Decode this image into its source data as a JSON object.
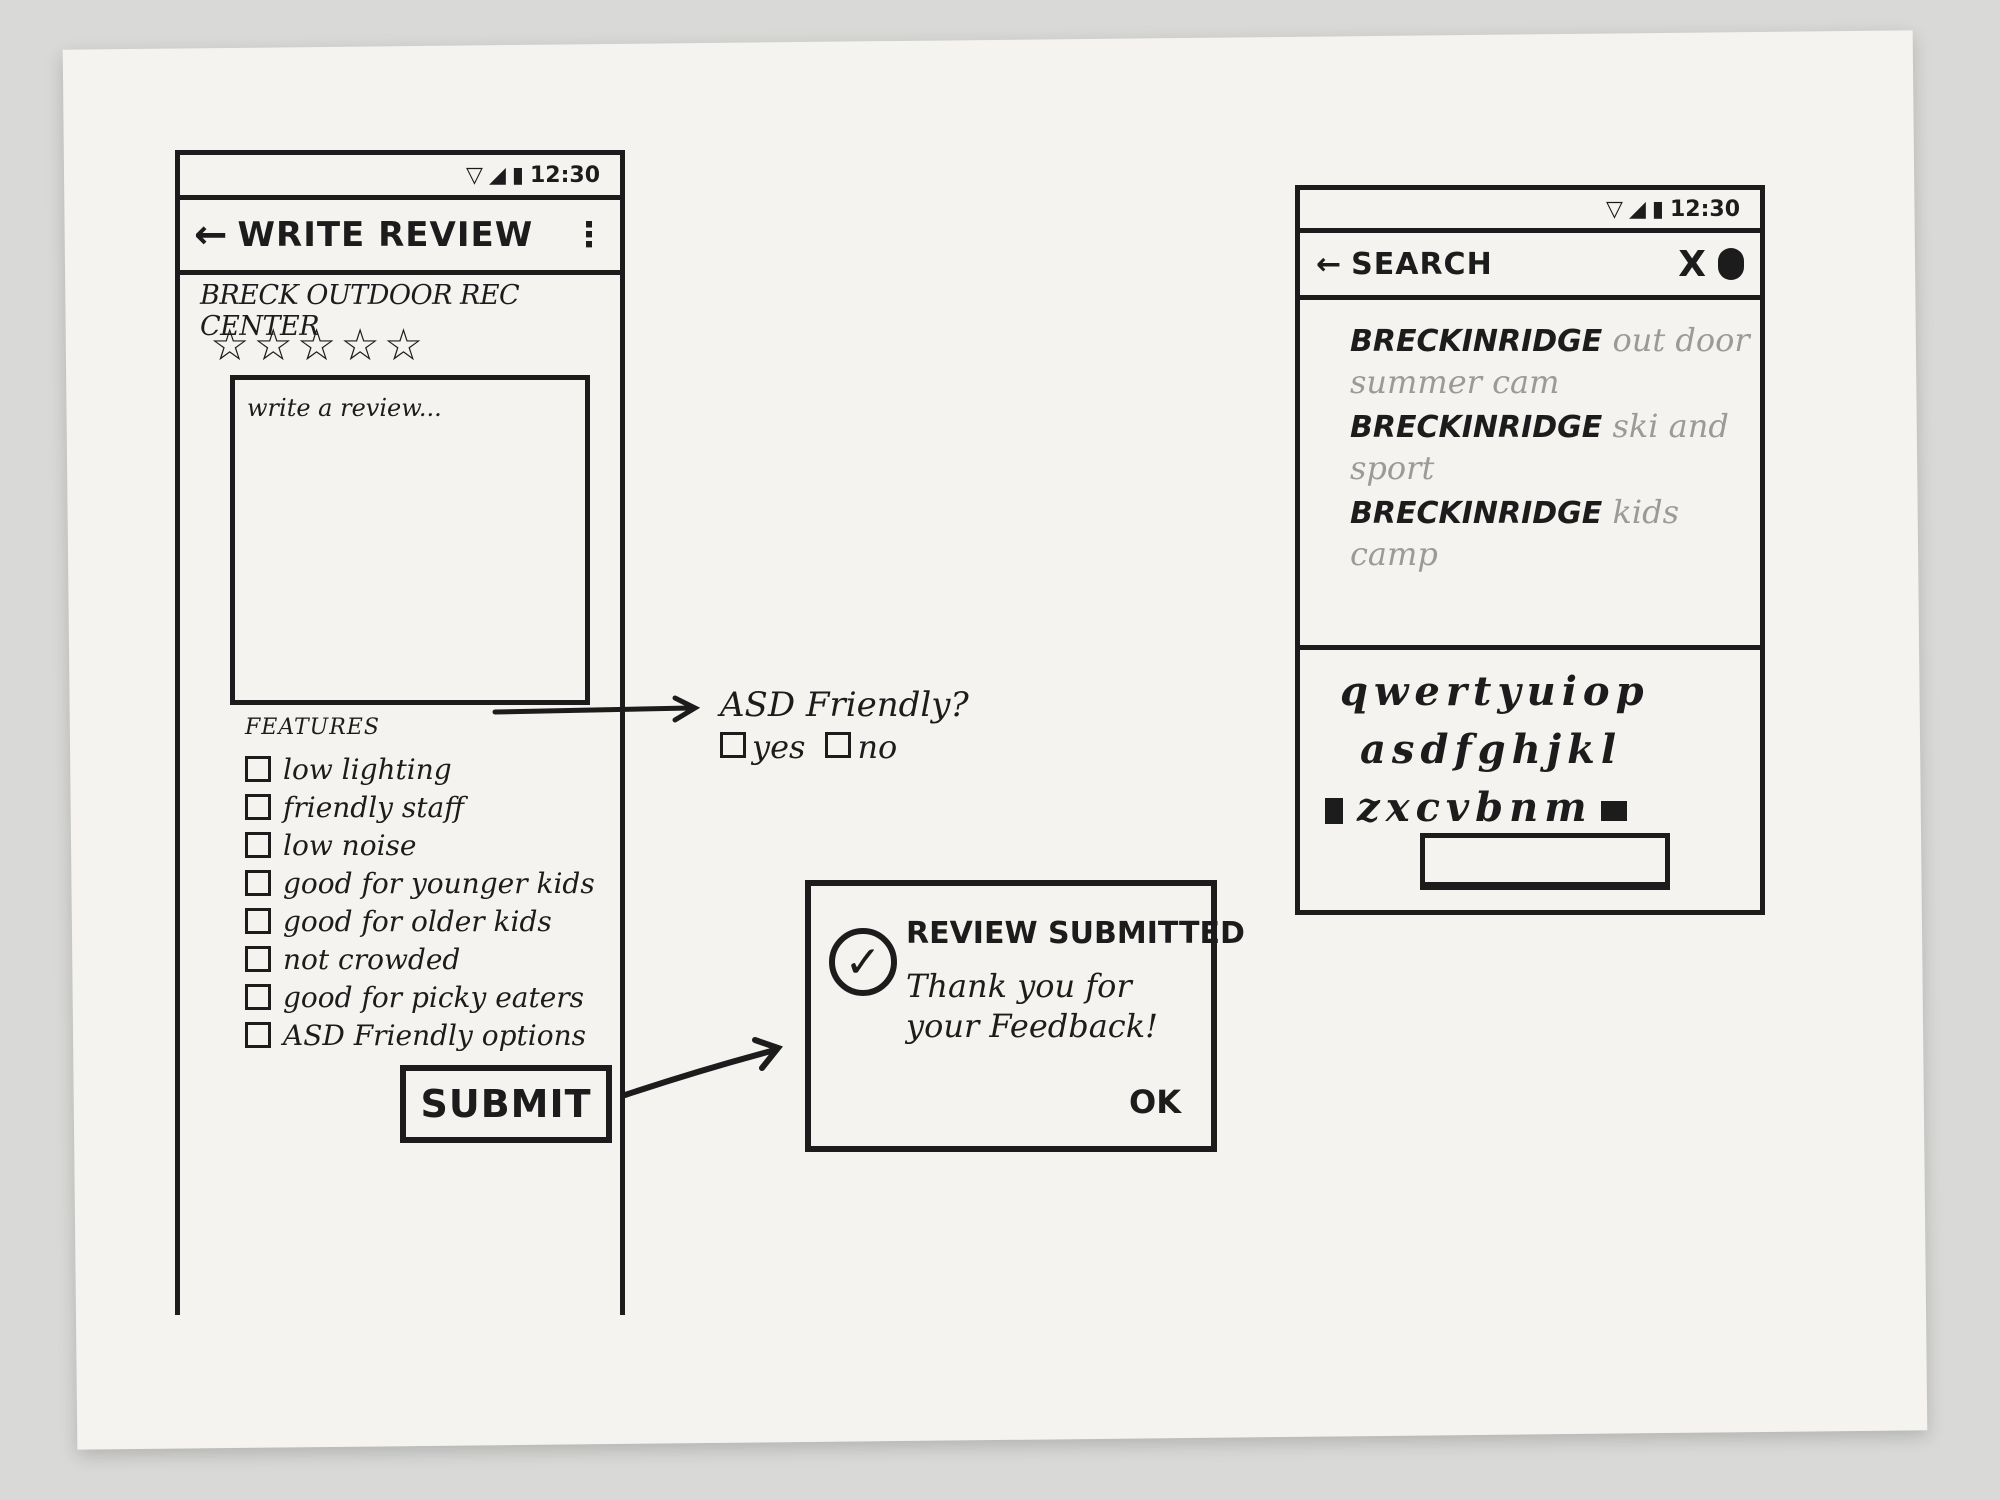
{
  "status_bar": {
    "time": "12:30"
  },
  "review_screen": {
    "title": "WRITE REVIEW",
    "back_glyph": "←",
    "menu_glyph": "⋮",
    "venue": "BRECK OUTDOOR REC CENTER",
    "stars": "☆☆☆☆☆",
    "review_placeholder": "write a review...",
    "features_label": "FEATURES",
    "features": [
      "low lighting",
      "friendly staff",
      "low noise",
      "good for younger kids",
      "good for older kids",
      "not crowded",
      "good for picky eaters",
      "ASD Friendly options"
    ],
    "submit_label": "SUBMIT"
  },
  "asd_callout": {
    "question": "ASD Friendly?",
    "yes": "yes",
    "no": "no"
  },
  "confirmation_dialog": {
    "check_glyph": "✓",
    "title": "REVIEW SUBMITTED",
    "message": "Thank you for your Feedback!",
    "ok_label": "OK"
  },
  "search_screen": {
    "title": "SEARCH",
    "back_glyph": "←",
    "close_glyph": "X",
    "results": [
      {
        "bold": "BRECKINRIDGE",
        "rest": " out door summer cam"
      },
      {
        "bold": "BRECKINRIDGE",
        "rest": " ski and sport"
      },
      {
        "bold": "BRECKINRIDGE",
        "rest": " kids camp"
      }
    ],
    "keyboard": {
      "row1": "qwertyuiop",
      "row2": "asdfghjkl",
      "row3": "zxcvbnm"
    }
  }
}
